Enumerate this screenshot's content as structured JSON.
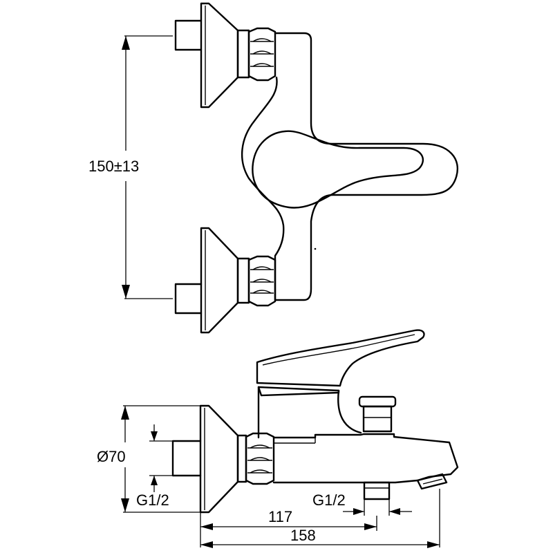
{
  "dimensions": {
    "spacing": "150±13",
    "diameter": "Ø70",
    "thread_inlet": "G1/2",
    "thread_outlet": "G1/2",
    "length_spout_outlet": "117",
    "length_total": "158"
  }
}
